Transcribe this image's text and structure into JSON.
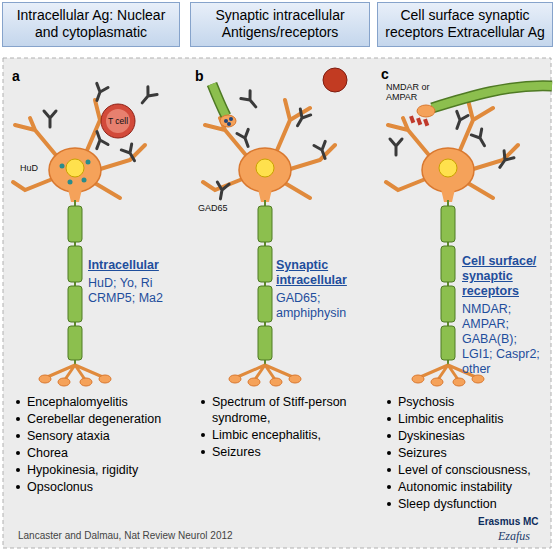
{
  "diagram": {
    "nodes": [
      {
        "text": [
          "Intracellular Ag: Nuclear and cytoplasmatic"
        ]
      },
      {
        "text": [
          "Synaptic intracellular Antigens/receptors"
        ]
      },
      {
        "text": [
          "Cell surface synaptic receptors Extracellular Ag"
        ]
      }
    ],
    "labels": [
      "a",
      "HuD",
      "T cell",
      "Intracellular",
      "HuD; Yo, Ri CRMP5; Ma2",
      "Encephalomyelitis",
      "Cerebellar degeneration",
      "Sensory ataxia",
      "Chorea",
      "Hypokinesia, rigidity",
      "Opsoclonus",
      "b",
      "GAD65",
      "Synaptic intracellular",
      "GAD65; amphiphysin",
      "Spectrum of Stiff-person syndrome,",
      "Limbic encephalitis,",
      "Seizures",
      "c",
      "NMDAR or AMPAR",
      "Cell surface/ synaptic receptors",
      "NMDAR; AMPAR; GABA(B); LGI1; Caspr2; other",
      "Psychosis",
      "Limbic encephalitis",
      "Dyskinesias",
      "Seizures",
      "Level of consciousness,",
      "Autonomic instability",
      "Sleep dysfunction",
      "Lancaster and Dalmau, Nat Review Neurol 2012",
      "Erasmus MC",
      "Ezafus"
    ]
  }
}
